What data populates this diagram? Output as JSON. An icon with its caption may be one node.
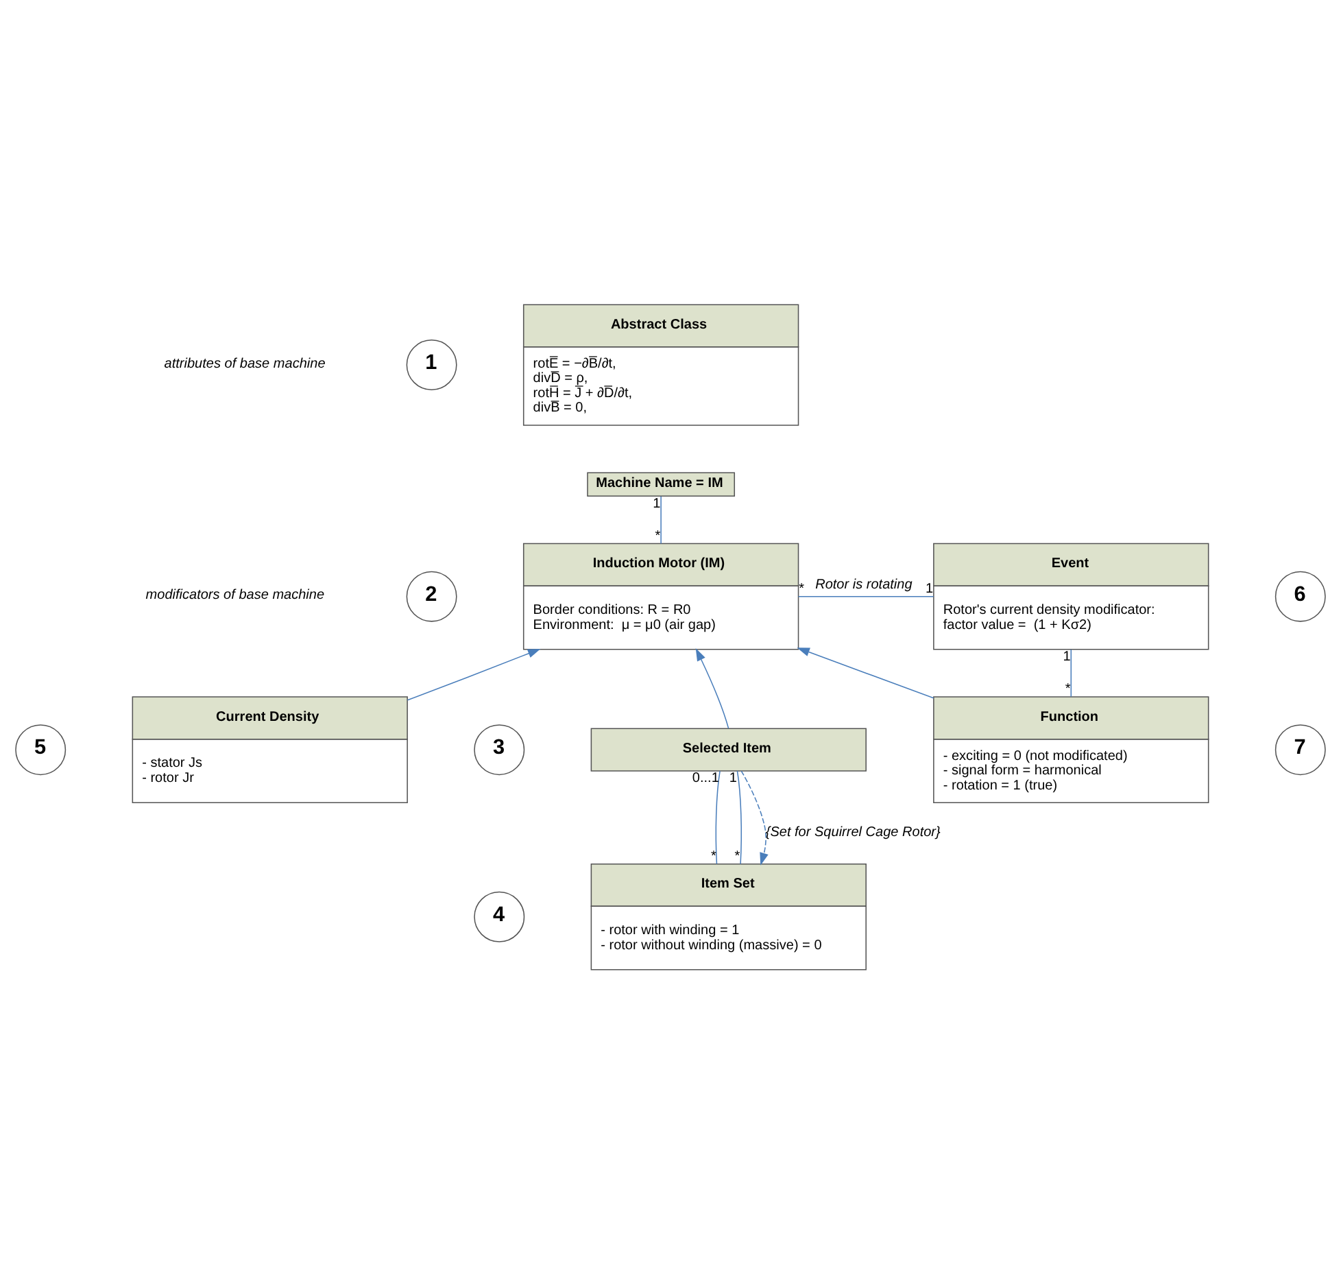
{
  "diagram": {
    "nodes": [
      {
        "text": [
          "1"
        ]
      },
      {
        "text": [
          "Abstract Class",
          "rotE̅ = −∂B̅/∂t,",
          "divD̅ = ρ,",
          "rotH̅ = J̅ + ∂D̅/∂t,",
          "divB̅ = 0,"
        ]
      },
      {
        "text": [
          "Machine Name = IM"
        ]
      },
      {
        "text": [
          "2"
        ]
      },
      {
        "text": [
          "Induction Motor (IM)",
          "Border conditions: R = R0",
          "Environment:  μ = μ0 (air gap)"
        ]
      },
      {
        "text": [
          "6"
        ]
      },
      {
        "text": [
          "Event",
          "Rotor's current density modificator:",
          "factor value =  (1 + Kσ2)"
        ]
      },
      {
        "text": [
          "3"
        ]
      },
      {
        "text": [
          "Selected Item"
        ]
      },
      {
        "text": [
          "5"
        ]
      },
      {
        "text": [
          "Current Density",
          "- stator Js",
          "- rotor Jr"
        ]
      },
      {
        "text": [
          "7"
        ]
      },
      {
        "text": [
          "Function",
          "- exciting = 0 (not modificated)",
          "- signal form = harmonical",
          "- rotation = 1 (true)"
        ]
      },
      {
        "text": [
          "4"
        ]
      },
      {
        "text": [
          "Item Set",
          "- rotor with winding = 1",
          "- rotor without winding (massive) = 0"
        ]
      }
    ],
    "edges": [
      {
        "from": 2,
        "to": 4,
        "arrow": "none"
      },
      {
        "from": 4,
        "to": 6,
        "arrow": "none",
        "label": "Rotor is rotating"
      },
      {
        "from": 10,
        "to": 4,
        "arrow": "to"
      },
      {
        "from": 8,
        "to": 4,
        "arrow": "to"
      },
      {
        "from": 12,
        "to": 4,
        "arrow": "to"
      },
      {
        "from": 6,
        "to": 12,
        "arrow": "none"
      },
      {
        "from": 8,
        "to": 14,
        "arrow": "none"
      },
      {
        "from": 8,
        "to": 14,
        "arrow": "none"
      },
      {
        "from": 8,
        "to": 14,
        "arrow": "to",
        "style": "dashed",
        "label": "{Set for Squirrel Cage Rotor}"
      }
    ],
    "labels": [
      "attributes of base machine",
      "1",
      "*",
      "1",
      "*",
      "modificators of base machine",
      "1",
      "0...1",
      "1",
      "*",
      "*",
      "*"
    ]
  }
}
